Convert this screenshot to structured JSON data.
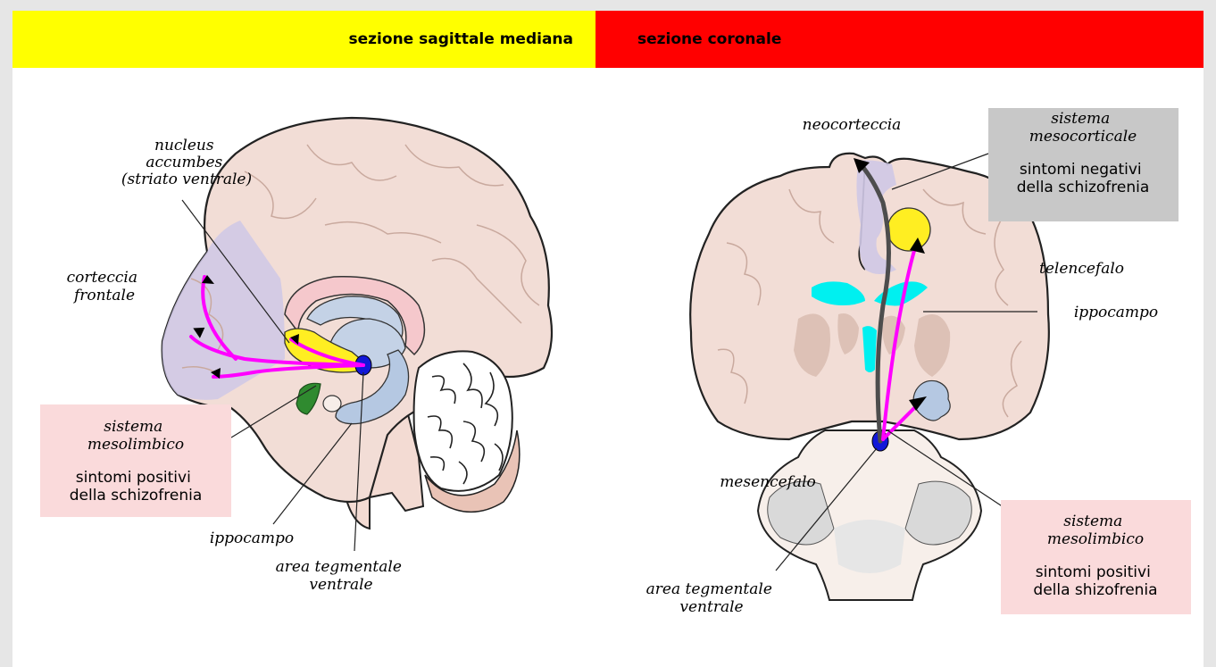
{
  "headers": {
    "left": "sezione sagittale mediana",
    "right": "sezione coronale"
  },
  "sagittal": {
    "labels": {
      "nucleus": [
        "nucleus",
        "accumbes",
        "(striato ventrale)"
      ],
      "corteccia": [
        "corteccia",
        "frontale"
      ],
      "ippocampo": "ippocampo",
      "vta": [
        "area tegmentale",
        "ventrale"
      ]
    },
    "box": {
      "title": [
        "sistema",
        "mesolimbico"
      ],
      "body": [
        "sintomi positivi",
        "della schizofrenia"
      ]
    }
  },
  "coronal": {
    "labels": {
      "neocorteccia": "neocorteccia",
      "telencefalo": "telencefalo",
      "ippocampo": "ippocampo",
      "mesencefalo": "mesencefalo",
      "vta": [
        "area tegmentale",
        "ventrale"
      ]
    },
    "box_top": {
      "title": [
        "sistema",
        "mesocorticale"
      ],
      "body": [
        "sintomi negativi",
        "della schizofrenia"
      ]
    },
    "box_bottom": {
      "title": [
        "sistema",
        "mesolimbico"
      ],
      "body": [
        "sintomi positivi",
        "della shizofrenia"
      ]
    }
  },
  "colors": {
    "header_left": "#ffff00",
    "header_right": "#ff0000",
    "pathway_mesolimbic": "#ff00ff",
    "pathway_mesocortical": "#4d4d4d",
    "box_pink": "#fadadb",
    "box_grey": "#c8c8c8"
  }
}
